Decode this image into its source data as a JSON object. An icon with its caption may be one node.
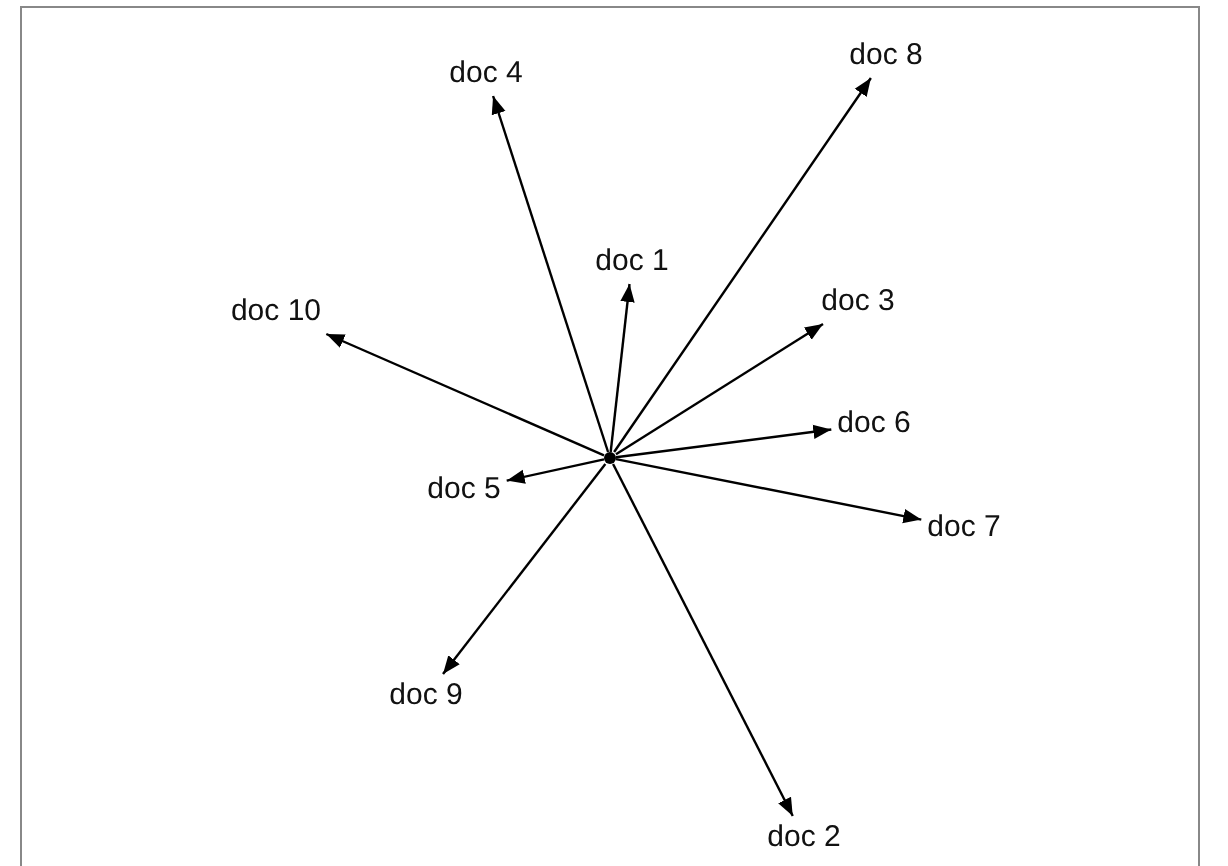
{
  "diagram": {
    "nodes": [
      {
        "text": [],
        "shape": "circle"
      },
      {
        "text": [
          "doc 8"
        ]
      },
      {
        "text": [
          "doc 4"
        ]
      },
      {
        "text": [
          "doc 1"
        ]
      },
      {
        "text": [
          "doc 3"
        ]
      },
      {
        "text": [
          "doc 10"
        ]
      },
      {
        "text": [
          "doc 6"
        ]
      },
      {
        "text": [
          "doc 5"
        ]
      },
      {
        "text": [
          "doc 7"
        ]
      },
      {
        "text": [
          "doc 9"
        ]
      },
      {
        "text": [
          "doc 2"
        ]
      }
    ],
    "edges": [
      {
        "from": 0,
        "to": 1,
        "arrow": "to"
      },
      {
        "from": 0,
        "to": 2,
        "arrow": "to"
      },
      {
        "from": 0,
        "to": 3,
        "arrow": "to"
      },
      {
        "from": 0,
        "to": 4,
        "arrow": "to"
      },
      {
        "from": 0,
        "to": 5,
        "arrow": "to"
      },
      {
        "from": 0,
        "to": 6,
        "arrow": "to"
      },
      {
        "from": 0,
        "to": 7,
        "arrow": "to"
      },
      {
        "from": 0,
        "to": 8,
        "arrow": "to"
      },
      {
        "from": 0,
        "to": 9,
        "arrow": "to"
      },
      {
        "from": 0,
        "to": 10,
        "arrow": "to"
      }
    ]
  }
}
